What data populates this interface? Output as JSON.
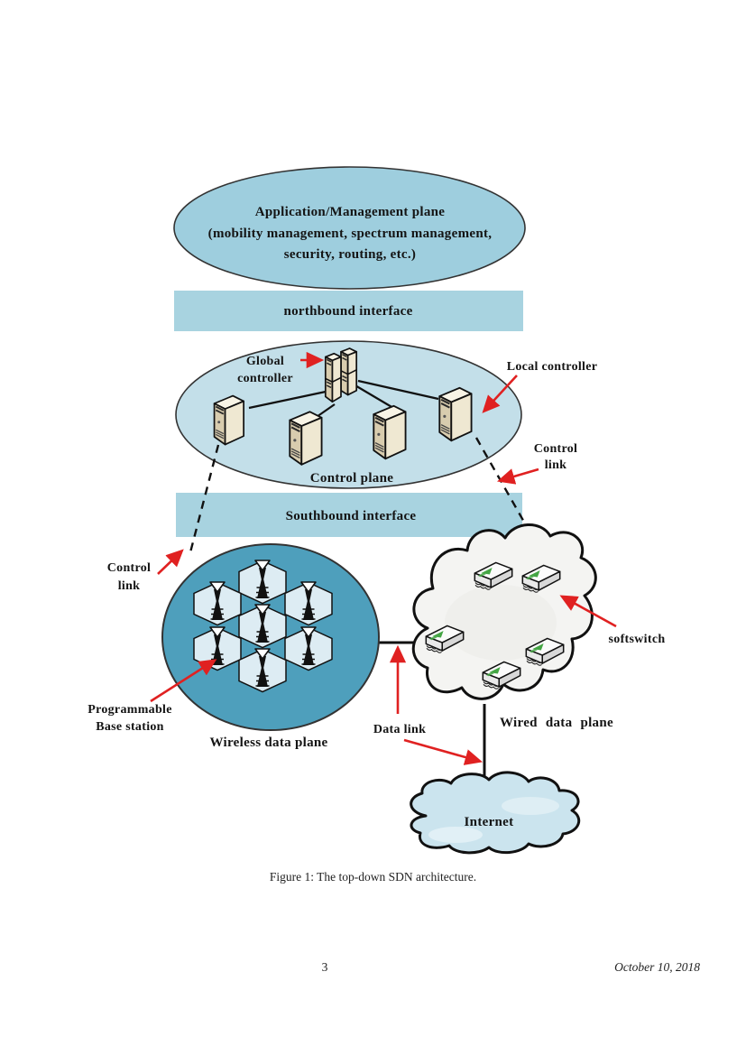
{
  "page": {
    "caption": "Figure 1: The top-down SDN architecture.",
    "page_number": "3",
    "date": "October 10, 2018"
  },
  "diagram": {
    "application_plane": [
      "Application/Management plane",
      "(mobility management, spectrum management,",
      "security, routing, etc.)"
    ],
    "northbound_interface": "northbound interface",
    "southbound_interface": "Southbound interface",
    "control_plane": "Control plane",
    "wireless_data_plane": "Wireless data plane",
    "wired_data_plane": "Wired data plane",
    "internet": "Internet",
    "labels": {
      "global_controller": [
        "Global",
        "controller"
      ],
      "local_controller": "Local controller",
      "control_link_right": [
        "Control",
        "link"
      ],
      "control_link_left": [
        "Control",
        "link"
      ],
      "programmable_base_station": [
        "Programmable",
        "Base station"
      ],
      "softswitch": "softswitch",
      "data_link": "Data link"
    },
    "colors": {
      "arrow_red": "#e02121",
      "app_plane_fill": "#9ecede",
      "band_fill": "#a8d3e0",
      "control_plane_fill": "#c3dfe9",
      "wireless_fill": "#4e9fbc",
      "hex_fill": "#ddecf3",
      "wired_cloud_fill": "#f4f4f2",
      "internet_cloud_fill": "#cbe4ee",
      "server_front": "#d8ccae",
      "server_side": "#efe8d2",
      "server_top": "#f8f4e6",
      "switch_green": "#44a544",
      "outline": "#151515",
      "text": "#141414"
    }
  }
}
